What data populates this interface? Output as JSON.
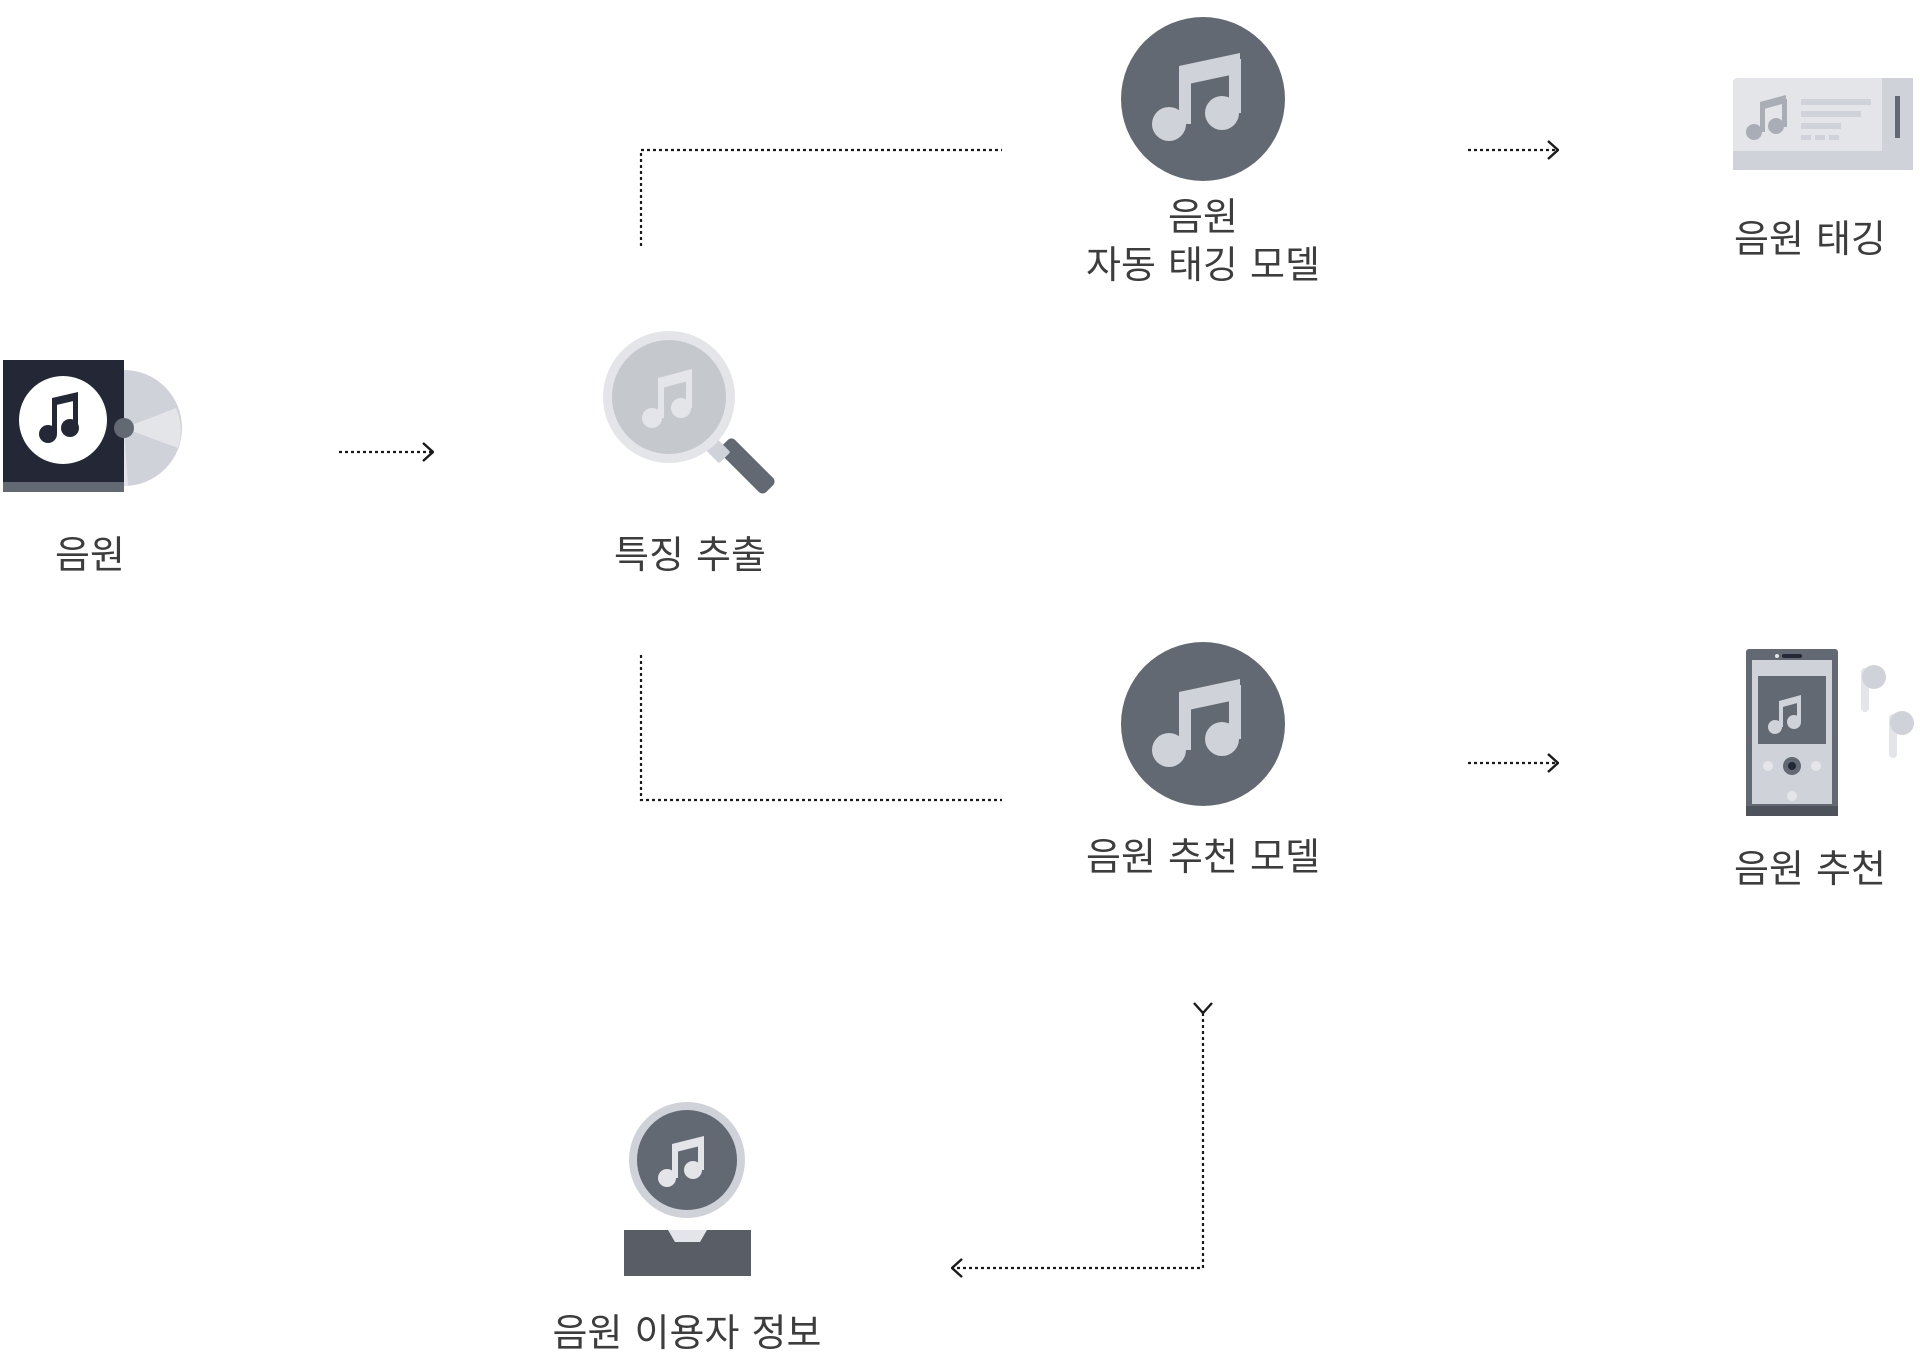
{
  "nodes": {
    "source": {
      "label": "음원",
      "icon": "music-album-cd-icon"
    },
    "extract": {
      "label": "특징 추출",
      "icon": "magnifier-music-icon"
    },
    "tag_model": {
      "label": "음원\n자동 태깅 모델",
      "icon": "music-note-circle-icon"
    },
    "rec_model": {
      "label": "음원 추천 모델",
      "icon": "music-note-circle-icon"
    },
    "tag_output": {
      "label": "음원 태깅",
      "icon": "music-tag-card-icon"
    },
    "rec_output": {
      "label": "음원 추천",
      "icon": "music-player-earbuds-icon"
    },
    "user_info": {
      "label": "음원 이용자 정보",
      "icon": "music-user-profile-icon"
    }
  },
  "colors": {
    "dark": "#636973",
    "navy": "#242836",
    "light": "#cfd2d8",
    "lighter": "#e3e5e9",
    "white": "#ffffff",
    "text": "#3d3d3d",
    "line": "#1a1a1a"
  }
}
